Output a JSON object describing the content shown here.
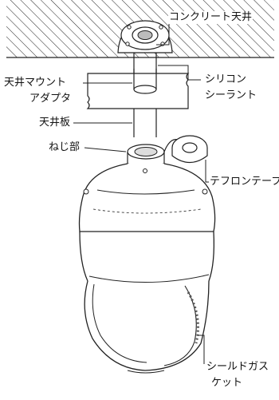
{
  "labels": {
    "concrete_ceiling": "コンクリート天井",
    "ceiling_mount_adapter_line1": "天井マウント",
    "ceiling_mount_adapter_line2": "アダプタ",
    "silicone_sealant_line1": "シリコン",
    "silicone_sealant_line2": "シーラント",
    "ceiling_board": "天井板",
    "thread_part": "ねじ部",
    "teflon_tape": "テフロンテープ",
    "shield_gasket_line1": "シールドガス",
    "shield_gasket_line2": "ケット"
  }
}
